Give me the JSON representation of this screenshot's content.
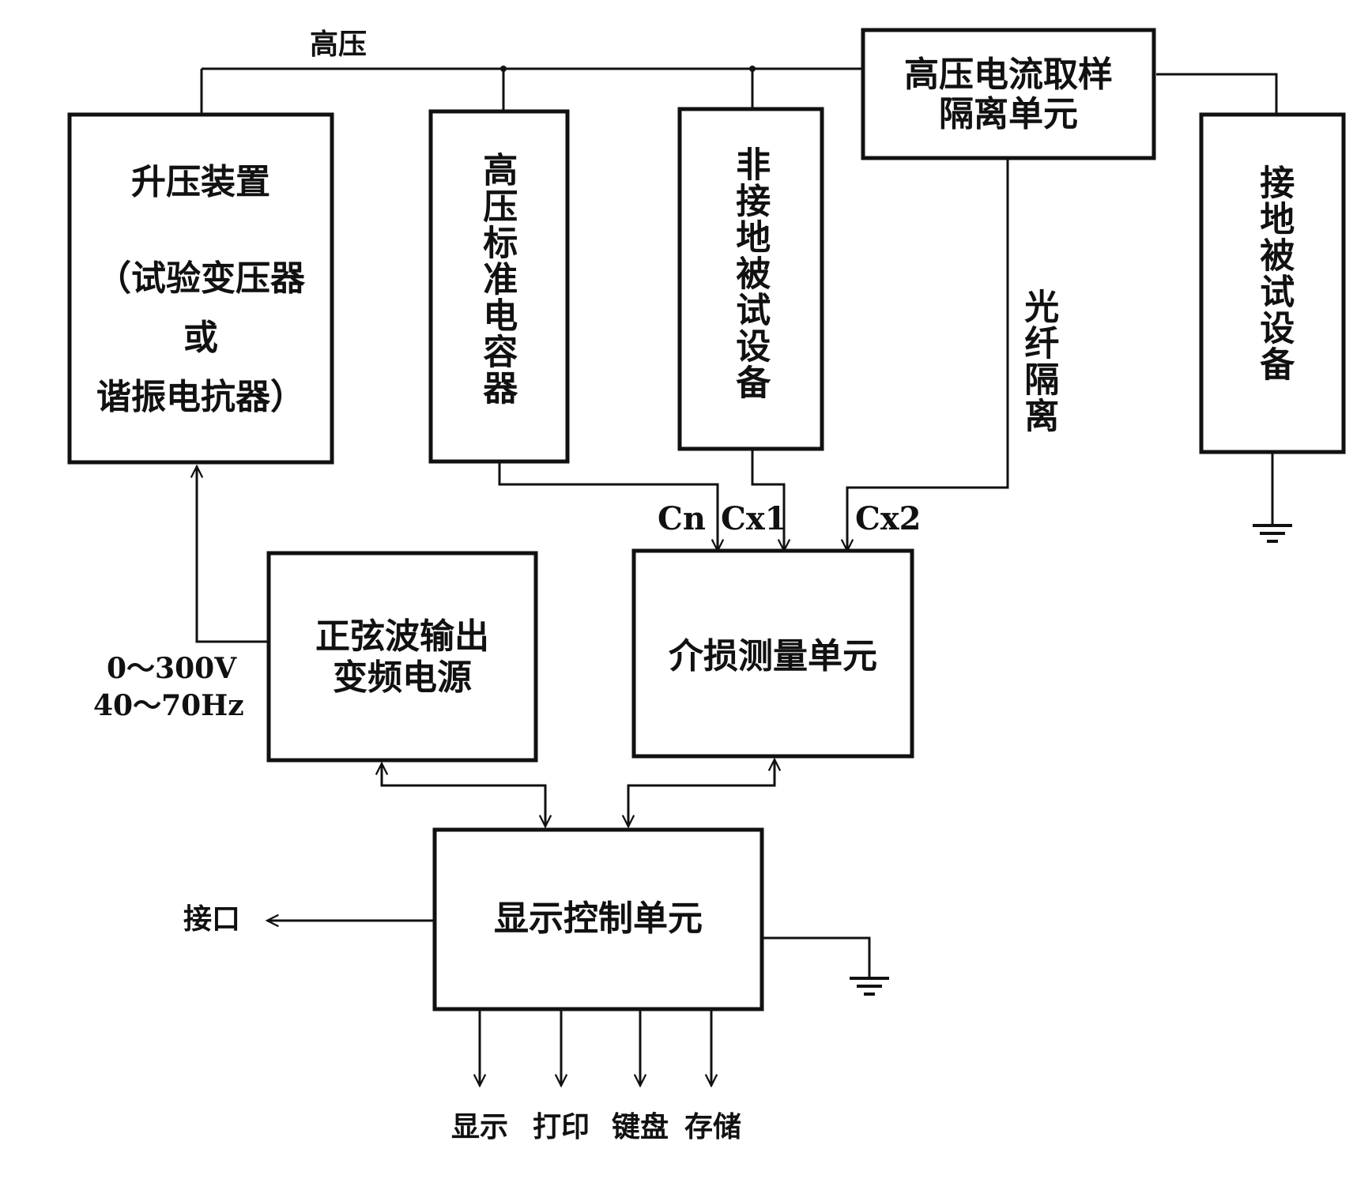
{
  "labels": {
    "hv_bus": "高压",
    "booster_title": "升压装置",
    "booster_line2": "（试验变压器",
    "booster_line3": "或",
    "booster_line4": "谐振电抗器）",
    "hv_std_cap": "高压标准电容器",
    "ungrounded_dut": "非接地被试设备",
    "hv_current_iso_1": "高压电流取样",
    "hv_current_iso_2": "隔离单元",
    "grounded_dut": "接地被试设备",
    "fiber_iso": "光纤隔离",
    "cn": "Cn",
    "cx1": "Cx1",
    "cx2": "Cx2",
    "vf_source_1": "正弦波输出",
    "vf_source_2": "变频电源",
    "voltage_range": "0～300V",
    "freq_range": "40～70Hz",
    "dl_unit": "介损测量单元",
    "display_ctrl": "显示控制单元",
    "interface": "接口",
    "out_display": "显示",
    "out_print": "打印",
    "out_keyboard": "键盘",
    "out_storage": "存储"
  }
}
